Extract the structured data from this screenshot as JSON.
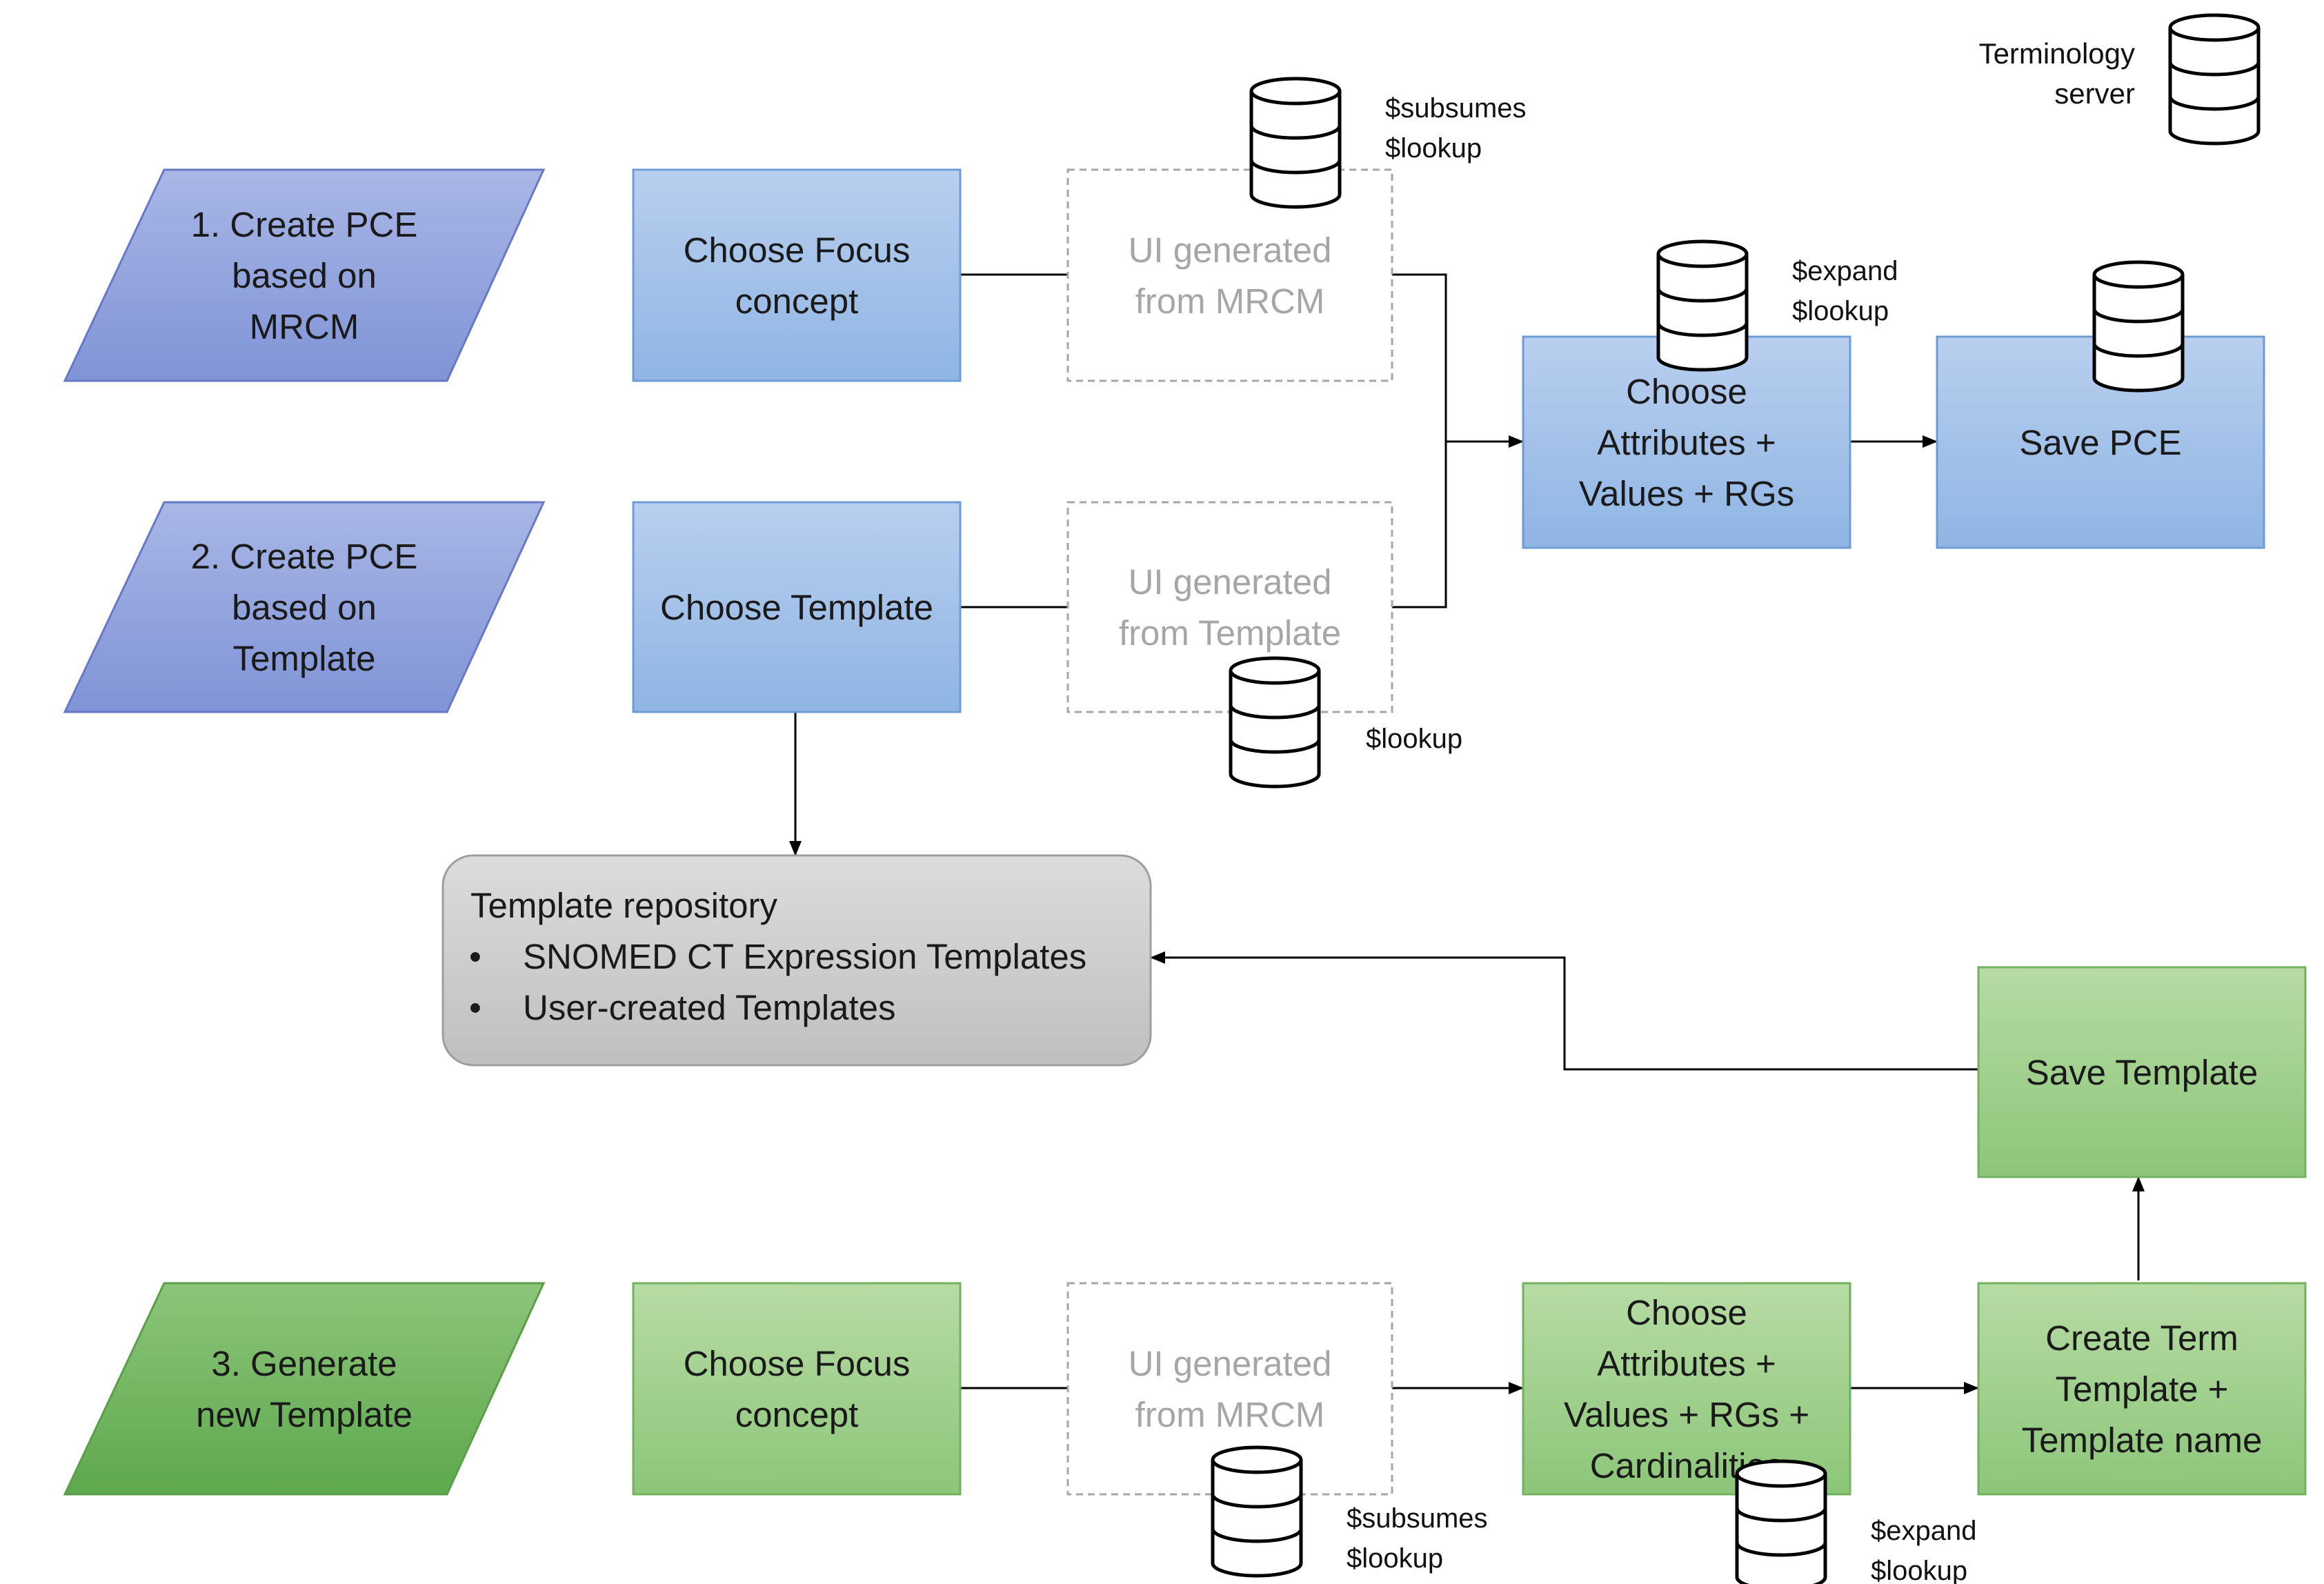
{
  "colors": {
    "blue_fill_top": "#b9cfee",
    "blue_fill_bottom": "#8fb5e4",
    "blue_stroke": "#6f9bd3",
    "purple_fill_top": "#a9b7e6",
    "purple_fill_bottom": "#7f93d6",
    "purple_stroke": "#6878c6",
    "green_fill_top": "#b7dba4",
    "green_fill_bottom": "#8cc679",
    "green_stroke": "#72b15d",
    "green_dark_top": "#8cc57a",
    "green_dark_bottom": "#5ea84d",
    "gray_fill_top": "#dcdcdc",
    "gray_fill_bottom": "#bfbfbf",
    "gray_stroke": "#9e9e9e",
    "dashed_stroke": "#a6a6a6",
    "muted_text": "#a6a6a6"
  },
  "legend": {
    "label_line1": "Terminology",
    "label_line2": "server",
    "icon": "database-icon"
  },
  "inputs": {
    "create_mrcm": [
      "1. Create PCE",
      "based on",
      "MRCM"
    ],
    "create_template": [
      "2. Create PCE",
      "based on",
      "Template"
    ],
    "generate_template": [
      "3. Generate",
      "new Template"
    ]
  },
  "steps": {
    "focus_top": [
      "Choose Focus",
      "concept"
    ],
    "choose_template": [
      "Choose Template"
    ],
    "ui_mrcm_top": [
      "UI generated",
      "from MRCM"
    ],
    "ui_template": [
      "UI generated",
      "from Template"
    ],
    "attributes_top": [
      "Choose",
      "Attributes +",
      "Values + RGs"
    ],
    "save_pce": [
      "Save PCE"
    ],
    "focus_bottom": [
      "Choose Focus",
      "concept"
    ],
    "ui_mrcm_bottom": [
      "UI generated",
      "from MRCM"
    ],
    "attributes_bottom": [
      "Choose",
      "Attributes +",
      "Values + RGs +",
      "Cardinalities"
    ],
    "create_term": [
      "Create Term",
      "Template +",
      "Template name"
    ],
    "save_template": [
      "Save Template"
    ]
  },
  "repository": {
    "title": "Template repository",
    "bullet": "•",
    "items": [
      "SNOMED CT Expression Templates",
      "User-created Templates"
    ]
  },
  "server_calls": {
    "ui_mrcm_top": [
      "$subsumes",
      "$lookup"
    ],
    "attributes_top": [
      "$expand",
      "$lookup"
    ],
    "save_pce": [],
    "ui_template": [
      "$lookup"
    ],
    "ui_mrcm_bottom": [
      "$subsumes",
      "$lookup"
    ],
    "attributes_bottom": [
      "$expand",
      "$lookup"
    ]
  }
}
